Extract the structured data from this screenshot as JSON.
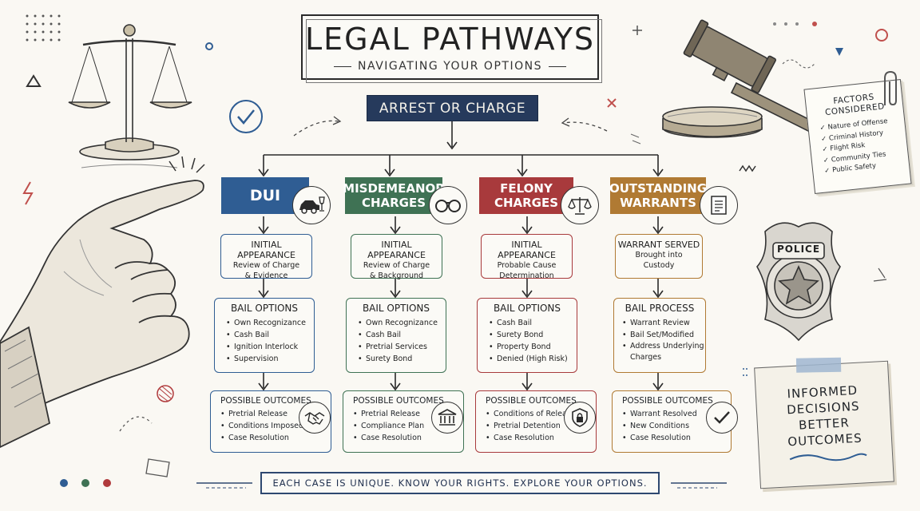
{
  "title": {
    "main": "LEGAL PATHWAYS",
    "sub": "NAVIGATING YOUR OPTIONS"
  },
  "root": "ARREST OR CHARGE",
  "colors": {
    "navy": "#263a5c",
    "dui": "#2f5d93",
    "misd": "#3f7254",
    "felony": "#a83a3c",
    "warrants": "#b07a33"
  },
  "categories": [
    {
      "id": "dui",
      "title": "DUI",
      "icon": "car-and-wine-icon",
      "step1": {
        "heading": "INITIAL APPEARANCE",
        "lines": [
          "Review of Charge",
          "& Evidence"
        ]
      },
      "bail": {
        "heading": "BAIL OPTIONS",
        "items": [
          "Own Recognizance",
          "Cash Bail",
          "Ignition Interlock",
          "Supervision"
        ]
      },
      "outcomes": {
        "heading": "POSSIBLE OUTCOMES",
        "items": [
          "Pretrial Release",
          "Conditions Imposed",
          "Case Resolution"
        ],
        "icon": "handshake-icon"
      }
    },
    {
      "id": "misdemeanor",
      "title": "MISDEMEANOR CHARGES",
      "icon": "handcuffs-icon",
      "step1": {
        "heading": "INITIAL APPEARANCE",
        "lines": [
          "Review of Charge",
          "& Background"
        ]
      },
      "bail": {
        "heading": "BAIL OPTIONS",
        "items": [
          "Own Recognizance",
          "Cash Bail",
          "Pretrial Services",
          "Surety Bond"
        ]
      },
      "outcomes": {
        "heading": "POSSIBLE OUTCOMES",
        "items": [
          "Pretrial Release",
          "Compliance Plan",
          "Case Resolution"
        ],
        "icon": "courthouse-icon"
      }
    },
    {
      "id": "felony",
      "title": "FELONY CHARGES",
      "icon": "scales-icon",
      "step1": {
        "heading": "INITIAL APPEARANCE",
        "lines": [
          "Probable Cause",
          "Determination"
        ]
      },
      "bail": {
        "heading": "BAIL OPTIONS",
        "items": [
          "Cash Bail",
          "Surety Bond",
          "Property Bond",
          "Denied (High Risk)"
        ]
      },
      "outcomes": {
        "heading": "POSSIBLE OUTCOMES",
        "items": [
          "Conditions of Release",
          "Pretrial Detention",
          "Case Resolution"
        ],
        "icon": "shield-lock-icon"
      }
    },
    {
      "id": "warrants",
      "title": "OUTSTANDING WARRANTS",
      "icon": "document-icon",
      "step1": {
        "heading": "WARRANT SERVED",
        "lines": [
          "Brought into",
          "Custody"
        ]
      },
      "bail": {
        "heading": "BAIL PROCESS",
        "items": [
          "Warrant Review",
          "Bail Set/Modified",
          "Address Underlying Charges"
        ]
      },
      "outcomes": {
        "heading": "POSSIBLE OUTCOMES",
        "items": [
          "Warrant Resolved",
          "New Conditions",
          "Case Resolution"
        ],
        "icon": "checkmark-icon"
      }
    }
  ],
  "factors": {
    "heading_line1": "FACTORS",
    "heading_line2": "CONSIDERED",
    "items": [
      "Nature of Offense",
      "Criminal History",
      "Flight Risk",
      "Community Ties",
      "Public Safety"
    ]
  },
  "badge_text": "POLICE",
  "note": {
    "line1": "INFORMED",
    "line2": "DECISIONS",
    "line3": "BETTER",
    "line4": "OUTCOMES"
  },
  "footer": "EACH CASE IS UNIQUE.  KNOW YOUR RIGHTS.  EXPLORE YOUR OPTIONS."
}
